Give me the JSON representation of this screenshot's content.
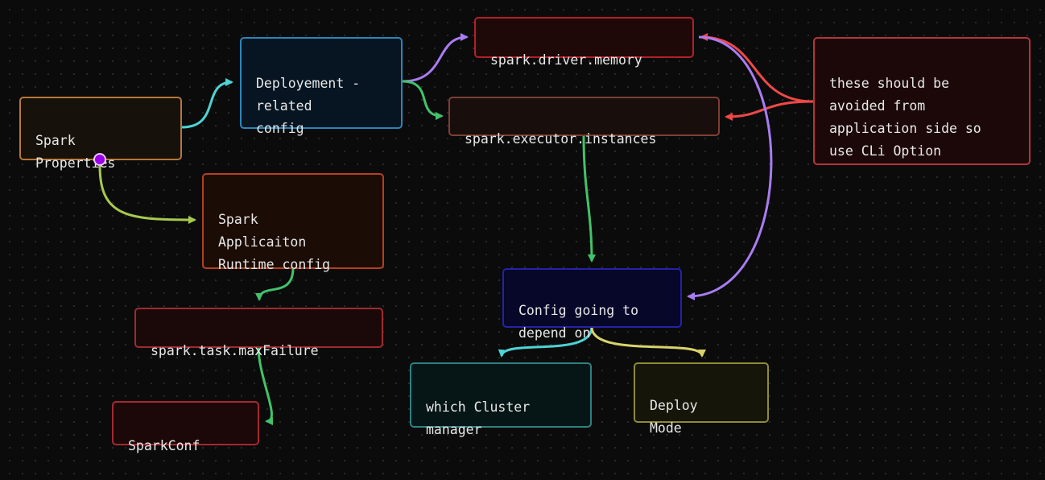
{
  "colors": {
    "background": "#0b0b0b",
    "teal": "#4dd4d4",
    "purple": "#a97cf2",
    "green": "#41c36a",
    "lime": "#a7c94f",
    "red": "#f04848",
    "yellow": "#d9d46a"
  },
  "nodes": {
    "spark_properties": {
      "label": "Spark\nProperties",
      "border": "#b5773a",
      "bg": "#16110a"
    },
    "deployment_config": {
      "label": "Deployement -\nrelated\nconfig",
      "border": "#2b86b8",
      "bg": "#061521"
    },
    "driver_memory": {
      "label": "spark.driver.memory",
      "border": "#b3202a",
      "bg": "#1e0808"
    },
    "executor_instances": {
      "label": "spark.executor.instances",
      "border": "#7d3f33",
      "bg": "#180e0b"
    },
    "avoid_note": {
      "label": "these should be\navoided from\napplication side so\nuse CLi Option",
      "border": "#b3363c",
      "bg": "#1c0809"
    },
    "runtime_config": {
      "label": "Spark\nApplicaiton\nRuntime config",
      "border": "#b4401f",
      "bg": "#1b0c06"
    },
    "task_max_failure": {
      "label": "spark.task.maxFailure",
      "border": "#9e2c2f",
      "bg": "#1b0909"
    },
    "spark_conf": {
      "label": "SparkConf",
      "border": "#a32a32",
      "bg": "#1c0808"
    },
    "depend_on": {
      "label": "Config going to\ndepend on",
      "border": "#2323a8",
      "bg": "#07072a"
    },
    "cluster_manager": {
      "label": "which Cluster\nmanager",
      "border": "#2f8282",
      "bg": "#061616"
    },
    "deploy_mode": {
      "label": "Deploy\nMode",
      "border": "#8e8b38",
      "bg": "#151509"
    }
  }
}
